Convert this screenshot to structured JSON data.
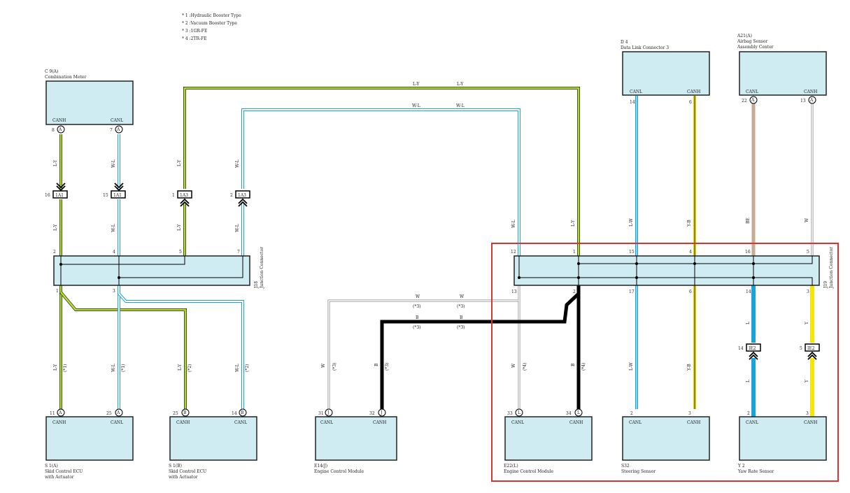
{
  "notes": [
    "* 1 :Hydraulic Booster Type",
    "* 2 :Vacuum Booster Type",
    "* 3 :1GR-FE",
    "* 4 :2TR-FE"
  ],
  "colors": {
    "box_fill": "#cfecf3",
    "highlight": "#e03131",
    "wire_L": "#1aa3d9",
    "wire_Y": "#f5e60a",
    "wire_G": "#7cc04a",
    "wire_BE": "#c8ab93",
    "wire_W_core": "#ffffff",
    "wire_B": "#000000"
  },
  "components": [
    {
      "id": "c9",
      "code": "C 9(A)",
      "name": "Combination Meter",
      "pins": [
        {
          "label": "CANH",
          "num": "8",
          "mark": "A"
        },
        {
          "label": "CANL",
          "num": "7",
          "mark": "A"
        }
      ]
    },
    {
      "id": "d4",
      "code": "D 4",
      "name": "Data Link Connector 3",
      "pins": [
        {
          "label": "CANL",
          "num": "14"
        },
        {
          "label": "CANH",
          "num": "6"
        }
      ]
    },
    {
      "id": "a21",
      "code": "A21(A)",
      "name": "Airbag Sensor",
      "name2": "Assembly Center",
      "pins": [
        {
          "label": "CANL",
          "num": "22",
          "mark": "A"
        },
        {
          "label": "CANH",
          "num": "13",
          "mark": "A"
        }
      ]
    },
    {
      "id": "s1a",
      "code": "S 1(A)",
      "name": "Skid Control ECU",
      "name2": "with Actuator",
      "pins": [
        {
          "label": "CANH",
          "num": "11",
          "mark": "A"
        },
        {
          "label": "CANL",
          "num": "25",
          "mark": "A"
        }
      ]
    },
    {
      "id": "s1b",
      "code": "S 1(B)",
      "name": "Skid Control ECU",
      "name2": "with Actuator",
      "pins": [
        {
          "label": "CANH",
          "num": "25",
          "mark": "B"
        },
        {
          "label": "CANL",
          "num": "14",
          "mark": "B"
        }
      ]
    },
    {
      "id": "e14",
      "code": "E14(J)",
      "name": "Engine Control Module",
      "pins": [
        {
          "label": "CANL",
          "num": "31",
          "mark": "J"
        },
        {
          "label": "CANH",
          "num": "32",
          "mark": "J"
        }
      ]
    },
    {
      "id": "e22",
      "code": "E22(L)",
      "name": "Engine Control Module",
      "pins": [
        {
          "label": "CANL",
          "num": "33",
          "mark": "L"
        },
        {
          "label": "CANH",
          "num": "34",
          "mark": "L"
        }
      ]
    },
    {
      "id": "s32",
      "code": "S32",
      "name": "Steering Sensor",
      "pins": [
        {
          "label": "CANL",
          "num": "2"
        },
        {
          "label": "CANH",
          "num": "3"
        }
      ]
    },
    {
      "id": "y2",
      "code": "Y 2",
      "name": "Yaw Rate Sensor",
      "pins": [
        {
          "label": "CANL",
          "num": "2"
        },
        {
          "label": "CANH",
          "num": "3"
        }
      ]
    }
  ],
  "junctions": [
    {
      "id": "j18",
      "code": "J18",
      "name": "Junction Connector",
      "top_pins": [
        "2",
        "4",
        "5",
        "7"
      ],
      "bottom_pins": [
        "1",
        "3"
      ]
    },
    {
      "id": "j19",
      "code": "J19",
      "name": "Junction Connector",
      "top_pins": [
        "12",
        "1",
        "15",
        "4",
        "16",
        "5"
      ],
      "bottom_pins": [
        "13",
        "2",
        "17",
        "6",
        "14",
        "3"
      ]
    }
  ],
  "inline_connectors": [
    {
      "code": "1A1",
      "pin": "16"
    },
    {
      "code": "1A1",
      "pin": "15"
    },
    {
      "code": "1A3",
      "pin": "1"
    },
    {
      "code": "1A3",
      "pin": "2"
    },
    {
      "code": "IE2",
      "pin": "14"
    },
    {
      "code": "IE2",
      "pin": "5"
    }
  ],
  "wire_labels": {
    "ly": "L-Y",
    "wl": "W-L",
    "w": "W",
    "b": "B",
    "lw": "L-W",
    "yb": "Y-B",
    "be": "BE",
    "l": "L",
    "y": "Y",
    "n1": "(*1)",
    "n2": "(*2)",
    "n3": "(*3)",
    "n4": "(*4)"
  }
}
